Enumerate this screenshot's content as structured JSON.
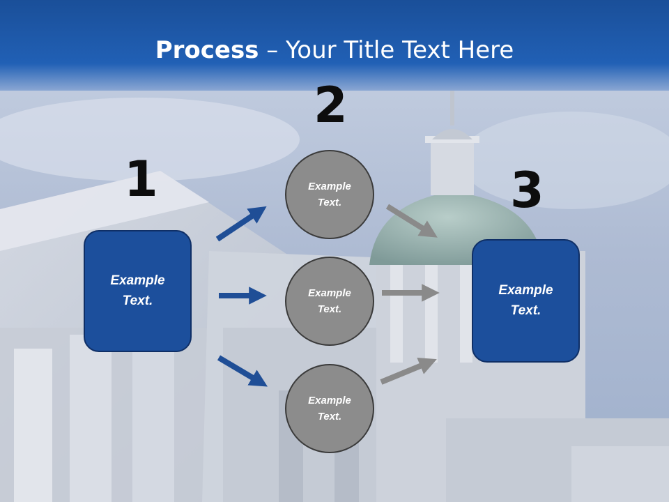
{
  "title": {
    "bold": "Process",
    "rest": " – Your Title Text Here"
  },
  "steps": [
    {
      "number": "1",
      "box_text": "Example Text."
    },
    {
      "number": "2"
    },
    {
      "number": "3",
      "box_text": "Example Text."
    }
  ],
  "circles": [
    {
      "text": "Example Text."
    },
    {
      "text": "Example Text."
    },
    {
      "text": "Example Text."
    }
  ],
  "colors": {
    "title_band": "#1a4f99",
    "box_fill": "#1c4f9c",
    "circle_fill": "#8c8c8c",
    "arrow_blue": "#1f4e96",
    "arrow_gray": "#8a8a8a",
    "number_text": "#0d0d0d"
  },
  "background": {
    "image": "capitol-building-dome-photo"
  }
}
